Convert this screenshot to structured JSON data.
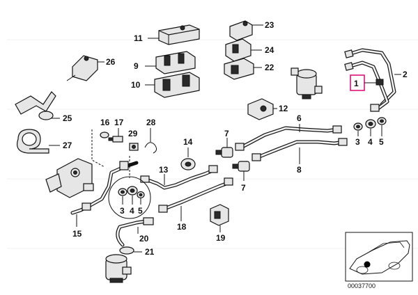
{
  "callouts": {
    "c1": "1",
    "c2": "2",
    "c3a": "3",
    "c3b": "3",
    "c4a": "4",
    "c4b": "4",
    "c5a": "5",
    "c5b": "5",
    "c6": "6",
    "c7a": "7",
    "c7b": "7",
    "c8": "8",
    "c9": "9",
    "c10": "10",
    "c11": "11",
    "c12": "12",
    "c13": "13",
    "c14": "14",
    "c15": "15",
    "c16": "16",
    "c17": "17",
    "c18": "18",
    "c19": "19",
    "c20": "20",
    "c21": "21",
    "c22": "22",
    "c23": "23",
    "c24": "24",
    "c25": "25",
    "c26": "26",
    "c27": "27",
    "c28": "28",
    "c29": "29"
  },
  "highlight": {
    "part": "1",
    "color": "#e0127a"
  },
  "inset": {
    "code": "00037700",
    "marker_color": "#000000"
  }
}
